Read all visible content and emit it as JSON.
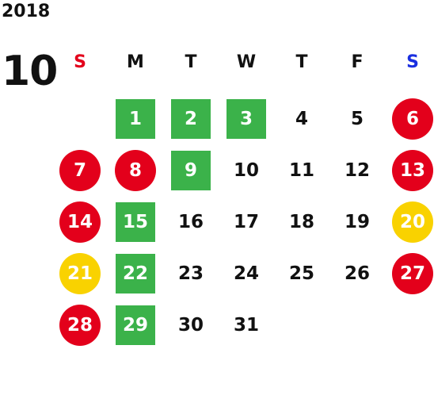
{
  "year": "2018",
  "month": "10",
  "weekdays": [
    {
      "label": "S",
      "color": "#e3001b"
    },
    {
      "label": "M",
      "color": "#111111"
    },
    {
      "label": "T",
      "color": "#111111"
    },
    {
      "label": "W",
      "color": "#111111"
    },
    {
      "label": "T",
      "color": "#111111"
    },
    {
      "label": "F",
      "color": "#111111"
    },
    {
      "label": "S",
      "color": "#1a2fe0"
    }
  ],
  "colors": {
    "green": "#3bb24a",
    "red": "#e3001b",
    "yellow": "#f9d200"
  },
  "days": [
    {
      "day": "1",
      "style": "green"
    },
    {
      "day": "2",
      "style": "green"
    },
    {
      "day": "3",
      "style": "green"
    },
    {
      "day": "4",
      "style": "plain"
    },
    {
      "day": "5",
      "style": "plain"
    },
    {
      "day": "6",
      "style": "red"
    },
    {
      "day": "7",
      "style": "red"
    },
    {
      "day": "8",
      "style": "red"
    },
    {
      "day": "9",
      "style": "green"
    },
    {
      "day": "10",
      "style": "plain"
    },
    {
      "day": "11",
      "style": "plain"
    },
    {
      "day": "12",
      "style": "plain"
    },
    {
      "day": "13",
      "style": "red"
    },
    {
      "day": "14",
      "style": "red"
    },
    {
      "day": "15",
      "style": "green"
    },
    {
      "day": "16",
      "style": "plain"
    },
    {
      "day": "17",
      "style": "plain"
    },
    {
      "day": "18",
      "style": "plain"
    },
    {
      "day": "19",
      "style": "plain"
    },
    {
      "day": "20",
      "style": "yellow"
    },
    {
      "day": "21",
      "style": "yellow"
    },
    {
      "day": "22",
      "style": "green"
    },
    {
      "day": "23",
      "style": "plain"
    },
    {
      "day": "24",
      "style": "plain"
    },
    {
      "day": "25",
      "style": "plain"
    },
    {
      "day": "26",
      "style": "plain"
    },
    {
      "day": "27",
      "style": "red"
    },
    {
      "day": "28",
      "style": "red"
    },
    {
      "day": "29",
      "style": "green"
    },
    {
      "day": "30",
      "style": "plain"
    },
    {
      "day": "31",
      "style": "plain"
    }
  ]
}
